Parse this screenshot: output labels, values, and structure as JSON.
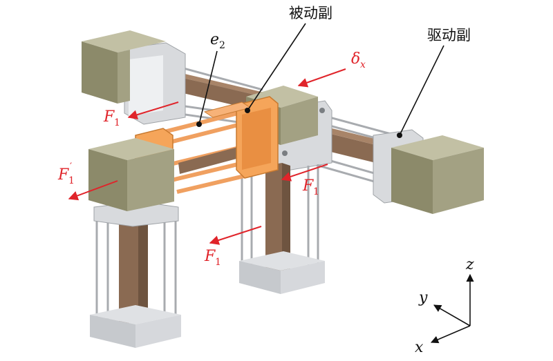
{
  "labels": {
    "passive_pair": "被动副",
    "active_pair": "驱动副",
    "e2_main": "e",
    "e2_sub": "2",
    "delta_main": "δ",
    "delta_sub": "x",
    "f1_main": "F",
    "f1_sub": "1",
    "f1prime_main": "F",
    "f1prime_sub": "1",
    "f1prime_mark": "′",
    "axis_x": "x",
    "axis_y": "y",
    "axis_z": "z"
  },
  "colors": {
    "arrow_red": "#e0242a",
    "block_olive": "#8c8a6a",
    "frame_orange": "#f0a060",
    "bar_brown": "#8a6a52",
    "frame_gray": "#d8dadd"
  }
}
